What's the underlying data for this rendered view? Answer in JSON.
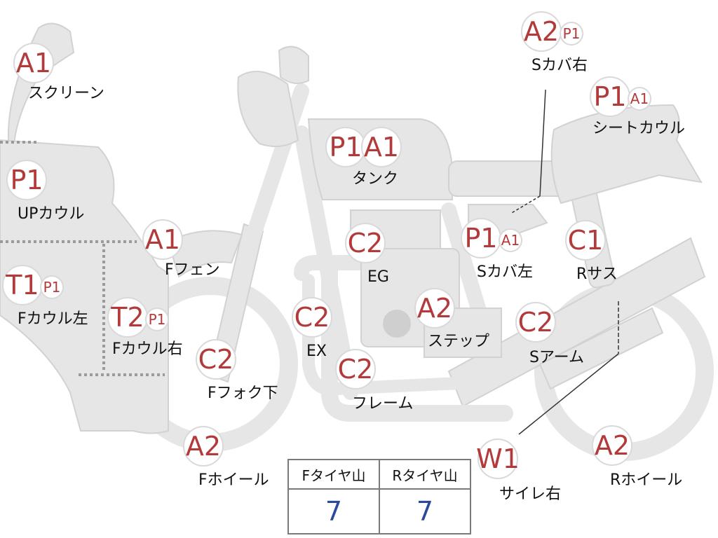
{
  "colors": {
    "body_fill": "#e6e6e6",
    "body_stroke": "#d2d2d2",
    "badge_text": "#b23a3a",
    "value_text": "#2b4a9b"
  },
  "parts": [
    {
      "name": "part-screen",
      "label": "スクリーン",
      "badges": [
        "A1"
      ]
    },
    {
      "name": "part-up-cowl",
      "label": "UPカウル",
      "badges": [
        "P1"
      ]
    },
    {
      "name": "part-f-cowl-left",
      "label": "Fカウル左",
      "badges": [
        "T1",
        "P1"
      ]
    },
    {
      "name": "part-f-cowl-right",
      "label": "Fカウル右",
      "badges": [
        "T2",
        "P1"
      ]
    },
    {
      "name": "part-f-fender",
      "label": "Fフェン",
      "badges": [
        "A1"
      ]
    },
    {
      "name": "part-f-fork-lower",
      "label": "Fフォク下",
      "badges": [
        "C2"
      ]
    },
    {
      "name": "part-f-wheel",
      "label": "Fホイール",
      "badges": [
        "A2"
      ]
    },
    {
      "name": "part-tank",
      "label": "タンク",
      "badges": [
        "P1",
        "A1"
      ]
    },
    {
      "name": "part-eg",
      "label": "EG",
      "badges": [
        "C2"
      ]
    },
    {
      "name": "part-ex",
      "label": "EX",
      "badges": [
        "C2"
      ]
    },
    {
      "name": "part-frame",
      "label": "フレーム",
      "badges": [
        "C2"
      ]
    },
    {
      "name": "part-step",
      "label": "ステップ",
      "badges": [
        "A2"
      ]
    },
    {
      "name": "part-s-cover-left",
      "label": "Sカバ左",
      "badges": [
        "P1",
        "A1"
      ]
    },
    {
      "name": "part-s-cover-right",
      "label": "Sカバ右",
      "badges": [
        "A2",
        "P1"
      ]
    },
    {
      "name": "part-seat-cowl",
      "label": "シートカウル",
      "badges": [
        "P1",
        "A1"
      ]
    },
    {
      "name": "part-r-sus",
      "label": "Rサス",
      "badges": [
        "C1"
      ]
    },
    {
      "name": "part-s-arm",
      "label": "Sアーム",
      "badges": [
        "C2"
      ]
    },
    {
      "name": "part-silencer-right",
      "label": "サイレ右",
      "badges": [
        "W1"
      ]
    },
    {
      "name": "part-r-wheel",
      "label": "Rホイール",
      "badges": [
        "A2"
      ]
    }
  ],
  "tire_table": {
    "headers": [
      "Fタイヤ山",
      "Rタイヤ山"
    ],
    "values": [
      "7",
      "7"
    ]
  }
}
